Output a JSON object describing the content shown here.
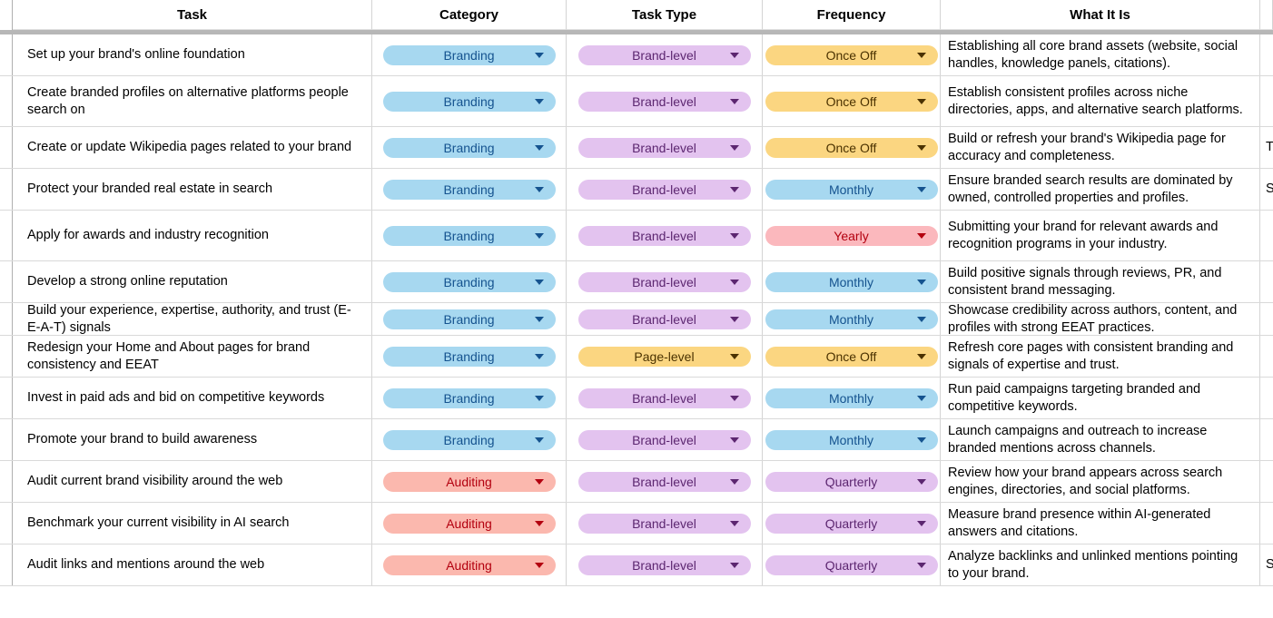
{
  "app": {
    "type": "spreadsheet",
    "frozen_rows": 1
  },
  "colors": {
    "chip_blue_bg": "#a7d8f0",
    "chip_blue_fg": "#15538f",
    "chip_red_bg": "#fbb8ae",
    "chip_red_fg": "#b3000f",
    "chip_purple_bg": "#e3c3ef",
    "chip_purple_fg": "#5c2670",
    "chip_yellow_bg": "#fbd681",
    "chip_yellow_fg": "#4b3200",
    "chip_pink_bg": "#fbb8bd",
    "chip_pink_fg": "#b3000f",
    "grid_line": "#d4d4d4",
    "freeze_bar": "#b7b7b7"
  },
  "table": {
    "columns": [
      {
        "key": "task",
        "label": "Task"
      },
      {
        "key": "category",
        "label": "Category"
      },
      {
        "key": "tasktype",
        "label": "Task Type"
      },
      {
        "key": "frequency",
        "label": "Frequency"
      },
      {
        "key": "whatitis",
        "label": "What It Is"
      }
    ],
    "rows": [
      {
        "task": "Set up your brand's online foundation",
        "category": {
          "label": "Branding",
          "color": "blue"
        },
        "tasktype": {
          "label": "Brand-level",
          "color": "purple"
        },
        "frequency": {
          "label": "Once Off",
          "color": "yellow"
        },
        "whatitis": "Establishing all core brand assets (website, social handles, knowledge panels, citations).",
        "tail": ""
      },
      {
        "task": "Create branded profiles on alternative platforms people search on",
        "category": {
          "label": "Branding",
          "color": "blue"
        },
        "tasktype": {
          "label": "Brand-level",
          "color": "purple"
        },
        "frequency": {
          "label": "Once Off",
          "color": "yellow"
        },
        "whatitis": "Establish consistent profiles across niche directories, apps, and alternative search platforms.",
        "tail": ""
      },
      {
        "task": "Create or update Wikipedia pages related to your brand",
        "category": {
          "label": "Branding",
          "color": "blue"
        },
        "tasktype": {
          "label": "Brand-level",
          "color": "purple"
        },
        "frequency": {
          "label": "Once Off",
          "color": "yellow"
        },
        "whatitis": "Build or refresh your brand's Wikipedia page for accuracy and completeness.",
        "tail": "T"
      },
      {
        "task": "Protect your branded real estate in search",
        "category": {
          "label": "Branding",
          "color": "blue"
        },
        "tasktype": {
          "label": "Brand-level",
          "color": "purple"
        },
        "frequency": {
          "label": "Monthly",
          "color": "blue"
        },
        "whatitis": "Ensure branded search results are dominated by owned, controlled properties and profiles.",
        "tail": "S"
      },
      {
        "task": "Apply for awards and industry recognition",
        "category": {
          "label": "Branding",
          "color": "blue"
        },
        "tasktype": {
          "label": "Brand-level",
          "color": "purple"
        },
        "frequency": {
          "label": "Yearly",
          "color": "pink"
        },
        "whatitis": "Submitting your brand for relevant awards and recognition programs in your industry.",
        "tail": ""
      },
      {
        "task": "Develop a strong online reputation",
        "category": {
          "label": "Branding",
          "color": "blue"
        },
        "tasktype": {
          "label": "Brand-level",
          "color": "purple"
        },
        "frequency": {
          "label": "Monthly",
          "color": "blue"
        },
        "whatitis": "Build positive signals through reviews, PR, and consistent brand messaging.",
        "tail": ""
      },
      {
        "task": "Build your experience, expertise, authority, and trust (E-E-A-T) signals",
        "category": {
          "label": "Branding",
          "color": "blue"
        },
        "tasktype": {
          "label": "Brand-level",
          "color": "purple"
        },
        "frequency": {
          "label": "Monthly",
          "color": "blue"
        },
        "whatitis": "Showcase credibility across authors, content, and profiles with strong EEAT practices.",
        "tail": ""
      },
      {
        "task": "Redesign your Home and About pages for brand consistency and EEAT",
        "category": {
          "label": "Branding",
          "color": "blue"
        },
        "tasktype": {
          "label": "Page-level",
          "color": "yellow"
        },
        "frequency": {
          "label": "Once Off",
          "color": "yellow"
        },
        "whatitis": "Refresh core pages with consistent branding and signals of expertise and trust.",
        "tail": ""
      },
      {
        "task": "Invest in paid ads and bid on competitive keywords",
        "category": {
          "label": "Branding",
          "color": "blue"
        },
        "tasktype": {
          "label": "Brand-level",
          "color": "purple"
        },
        "frequency": {
          "label": "Monthly",
          "color": "blue"
        },
        "whatitis": "Run paid campaigns targeting branded and competitive keywords.",
        "tail": ""
      },
      {
        "task": "Promote your brand to build awareness",
        "category": {
          "label": "Branding",
          "color": "blue"
        },
        "tasktype": {
          "label": "Brand-level",
          "color": "purple"
        },
        "frequency": {
          "label": "Monthly",
          "color": "blue"
        },
        "whatitis": "Launch campaigns and outreach to increase branded mentions across channels.",
        "tail": ""
      },
      {
        "task": "Audit current brand visibility around the web",
        "category": {
          "label": "Auditing",
          "color": "red"
        },
        "tasktype": {
          "label": "Brand-level",
          "color": "purple"
        },
        "frequency": {
          "label": "Quarterly",
          "color": "purple"
        },
        "whatitis": "Review how your brand appears across search engines, directories, and social platforms.",
        "tail": ""
      },
      {
        "task": "Benchmark your current visibility in AI search",
        "category": {
          "label": "Auditing",
          "color": "red"
        },
        "tasktype": {
          "label": "Brand-level",
          "color": "purple"
        },
        "frequency": {
          "label": "Quarterly",
          "color": "purple"
        },
        "whatitis": "Measure brand presence within AI-generated answers and citations.",
        "tail": ""
      },
      {
        "task": "Audit links and mentions around the web",
        "category": {
          "label": "Auditing",
          "color": "red"
        },
        "tasktype": {
          "label": "Brand-level",
          "color": "purple"
        },
        "frequency": {
          "label": "Quarterly",
          "color": "purple"
        },
        "whatitis": "Analyze backlinks and unlinked mentions pointing to your brand.",
        "tail": "S"
      }
    ]
  }
}
